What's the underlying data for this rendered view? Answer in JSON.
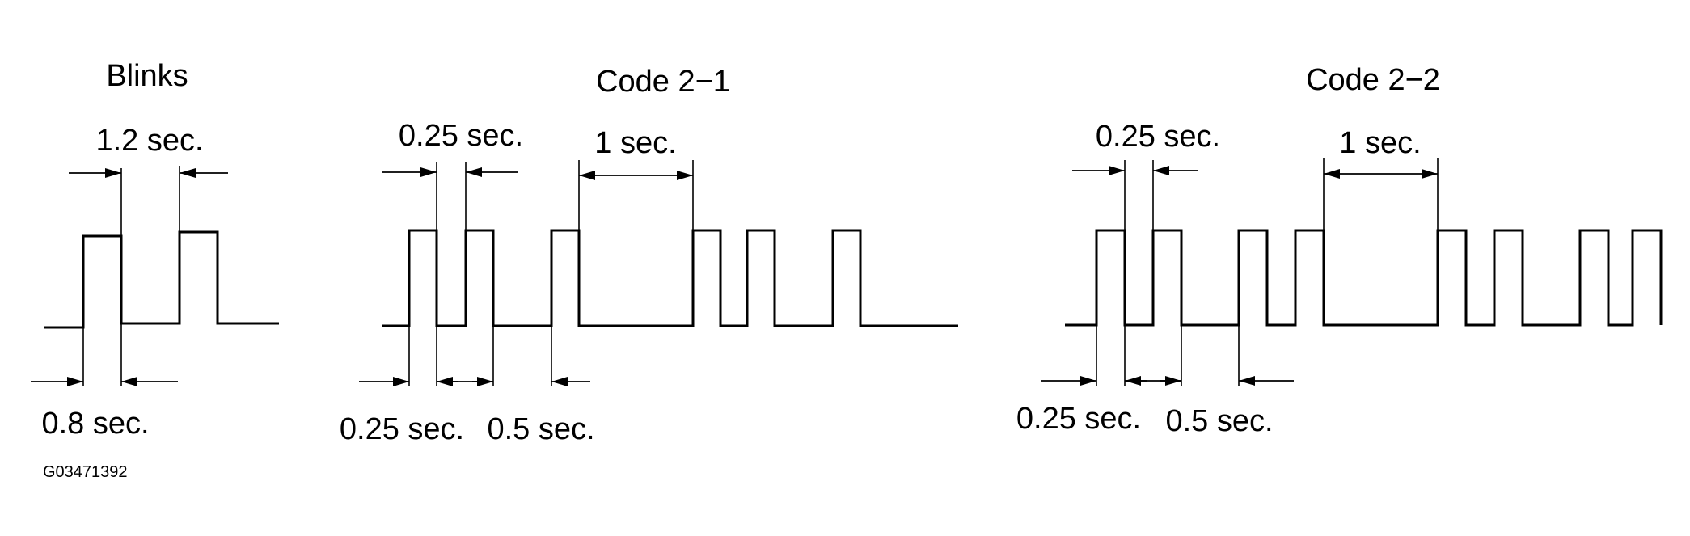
{
  "figure_id": "G03471392",
  "panels": [
    {
      "title": "Blinks",
      "labels": [
        "1.2 sec.",
        "0.8 sec."
      ]
    },
    {
      "title": "Code 2−1",
      "labels": [
        "0.25 sec.",
        "1 sec.",
        "0.25 sec.",
        "0.5 sec."
      ]
    },
    {
      "title": "Code 2−2",
      "labels": [
        "0.25 sec.",
        "1 sec.",
        "0.25 sec.",
        "0.5 sec."
      ]
    }
  ]
}
